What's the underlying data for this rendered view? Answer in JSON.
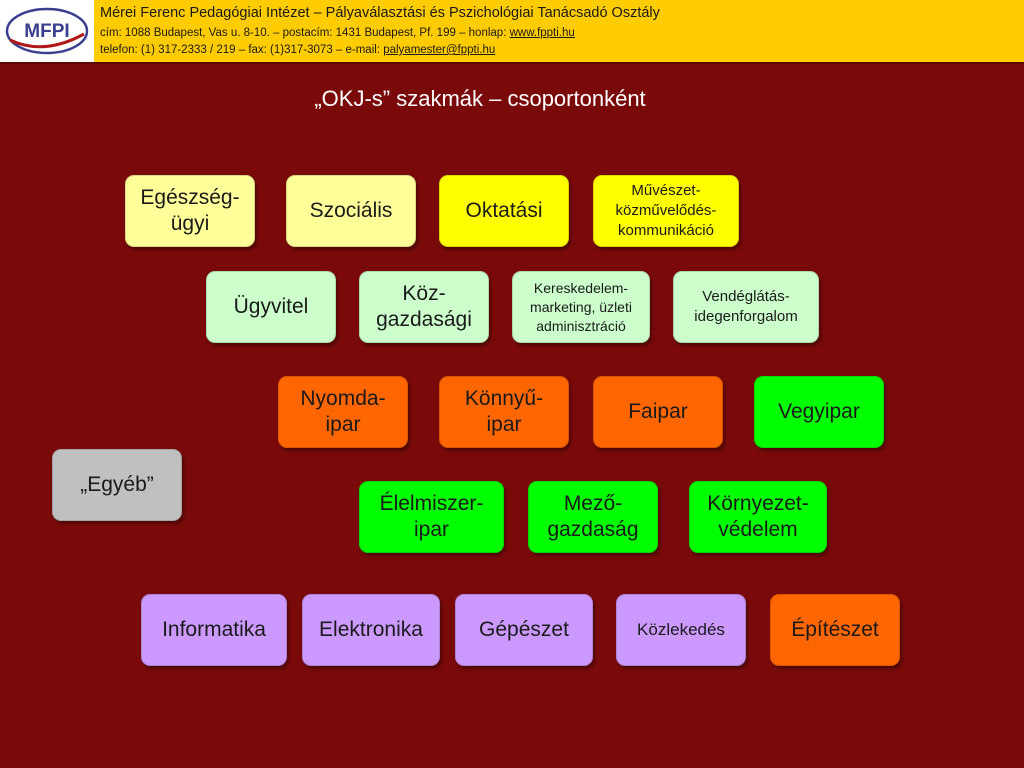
{
  "header": {
    "logo_text": "MFPI",
    "title": "Mérei Ferenc Pedagógiai Intézet – Pályaválasztási és Pszichológiai Tanácsadó Osztály",
    "line1_text": "cím: 1088 Budapest, Vas u. 8-10.  –   postacím: 1431 Budapest, Pf. 199 – honlap: ",
    "line1_link": "www.fppti.hu",
    "line2_text": "telefon: (1) 317-2333 / 219  –  fax: (1)317-3073  –  e-mail: ",
    "line2_link": "palyamester@fppti.hu"
  },
  "slide_title": "„OKJ-s” szakmák – csoportonként",
  "boxes": {
    "egeszsegugyi": "Egészség-\nügyi",
    "szocialis": "Szociális",
    "oktatasi": "Oktatási",
    "muveszet": "Művészet-\nközművelődés-\nkommunikáció",
    "ugyvitel": "Ügyvitel",
    "kozgazdasagi": "Köz-\ngazdasági",
    "kereskedelem": "Kereskedelem-\nmarketing, üzleti\nadminisztráció",
    "vendeglatas": "Vendéglátás-\nidegenforgalom",
    "nyomdaipar": "Nyomda-\nipar",
    "konnyuipar": "Könnyű-\nipar",
    "faipar": "Faipar",
    "vegyipar": "Vegyipar",
    "egyeb": "„Egyéb”",
    "elelmiszeripar": "Élelmiszer-\nipar",
    "mezogazdasag": "Mező-\ngazdaság",
    "kornyezetvedelem": "Környezet-\nvédelem",
    "informatika": "Informatika",
    "elektronika": "Elektronika",
    "gepeszet": "Gépészet",
    "kozlekedes": "Közlekedés",
    "epiteszet": "Építészet"
  },
  "colors": {
    "background": "#7a0a0a",
    "header_bar": "#ffcc00",
    "light_yellow": "#ffff99",
    "yellow": "#ffff00",
    "mint": "#ccffcc",
    "orange": "#ff6600",
    "green": "#00ff00",
    "gray": "#c0c0c0",
    "violet": "#cc99ff"
  }
}
